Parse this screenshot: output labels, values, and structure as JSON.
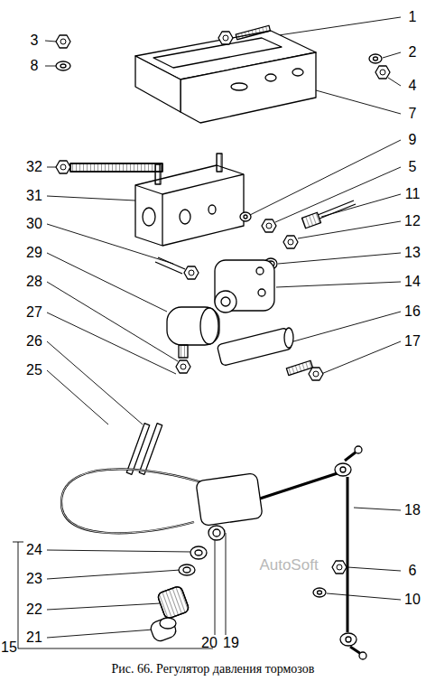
{
  "diagram": {
    "caption": "Рис. 66. Регулятор давления тормозов",
    "labels": [
      "3",
      "1",
      "8",
      "2",
      "4",
      "7",
      "32",
      "9",
      "5",
      "31",
      "11",
      "30",
      "12",
      "29",
      "13",
      "14",
      "28",
      "27",
      "16",
      "26",
      "17",
      "25",
      "18",
      "24",
      "6",
      "23",
      "10",
      "22",
      "21",
      "20",
      "15",
      "19",
      "AutoSoft"
    ]
  }
}
